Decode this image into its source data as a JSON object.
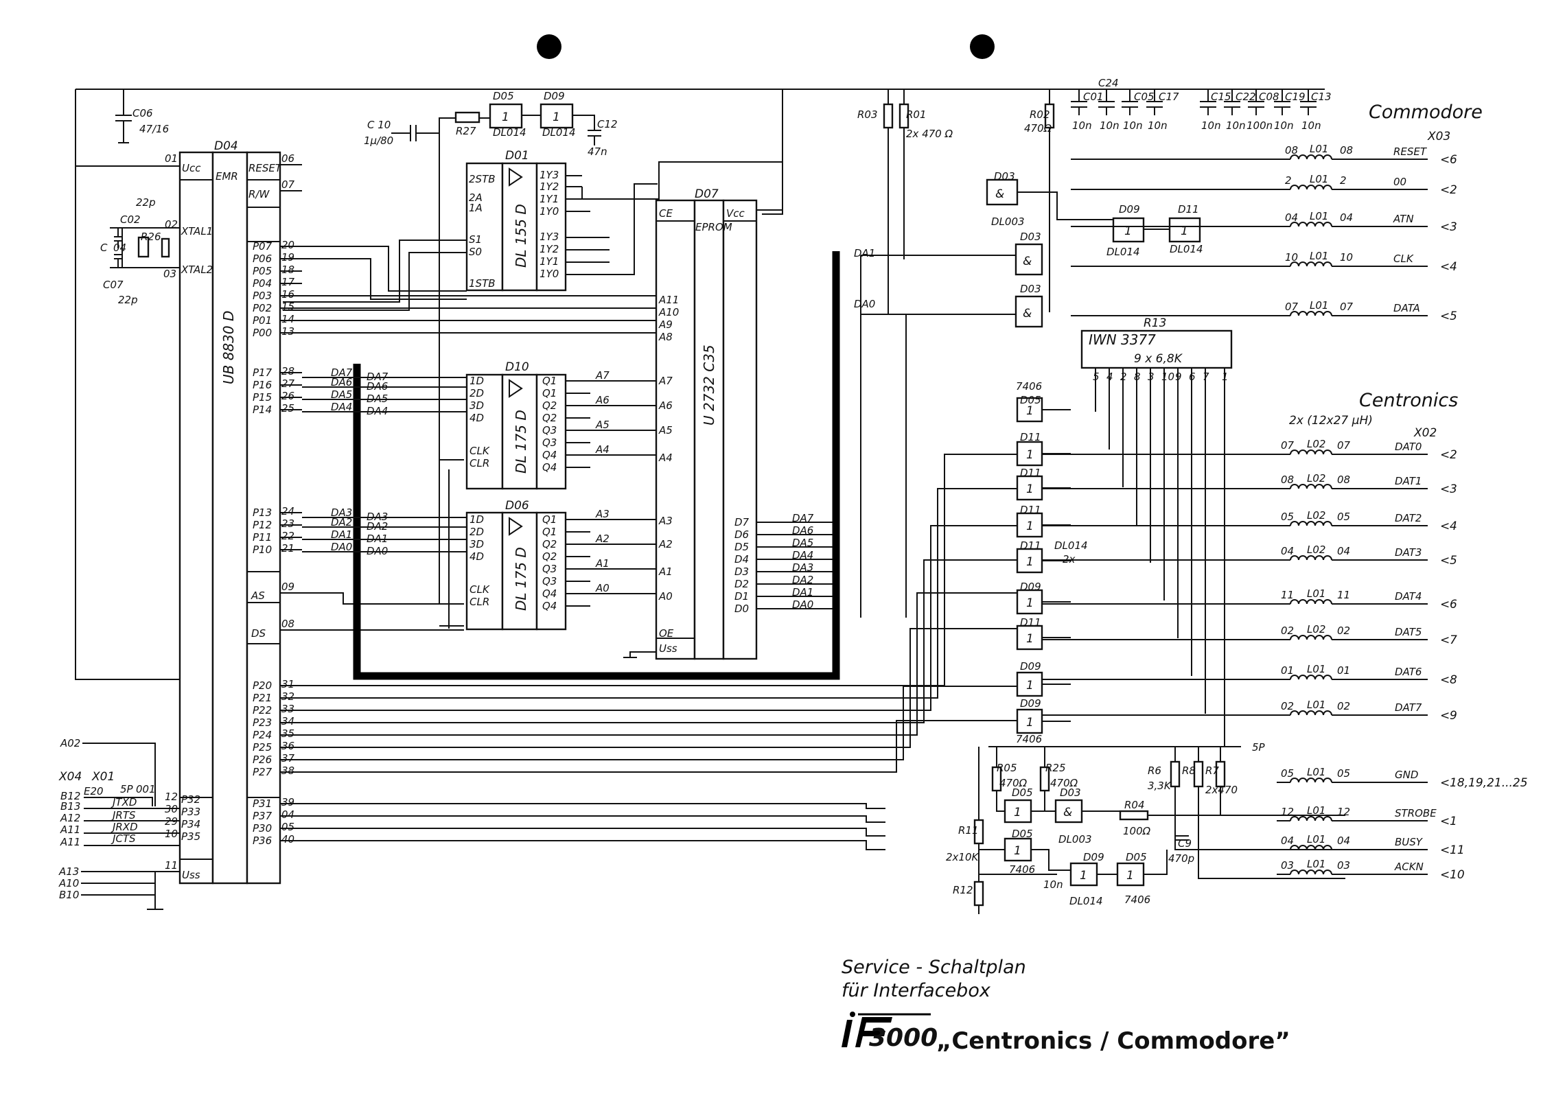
{
  "ics": {
    "d04": {
      "name": "D04",
      "type": "UB 8830 D",
      "emr": "EMR",
      "vcc": "Ucc",
      "vss": "Uss",
      "xtal1": "XTAL1",
      "xtal2": "XTAL2",
      "reset": "RESET",
      "rw": "R/W",
      "as": "AS",
      "ds": "DS",
      "left_pins": [
        [
          "P07",
          "20"
        ],
        [
          "P06",
          "19"
        ],
        [
          "P05",
          "18"
        ],
        [
          "P04",
          "17"
        ],
        [
          "P03",
          "16"
        ],
        [
          "P02",
          "15"
        ],
        [
          "P01",
          "14"
        ],
        [
          "P00",
          "13"
        ],
        [
          "P17",
          "28"
        ],
        [
          "P16",
          "27"
        ],
        [
          "P15",
          "26"
        ],
        [
          "P14",
          "25"
        ],
        [
          "P13",
          "24"
        ],
        [
          "P12",
          "23"
        ],
        [
          "P11",
          "22"
        ],
        [
          "P10",
          "21"
        ],
        [
          "P20",
          "31"
        ],
        [
          "P21",
          "32"
        ],
        [
          "P22",
          "33"
        ],
        [
          "P23",
          "34"
        ],
        [
          "P24",
          "35"
        ],
        [
          "P25",
          "36"
        ],
        [
          "P26",
          "37"
        ],
        [
          "P27",
          "38"
        ],
        [
          "P31",
          "39"
        ],
        [
          "P37",
          "04"
        ],
        [
          "P30",
          "05"
        ],
        [
          "P36",
          "40"
        ],
        [
          "P32",
          "12"
        ],
        [
          "P33",
          "30"
        ],
        [
          "P34",
          "29"
        ],
        [
          "P35",
          "10"
        ]
      ]
    },
    "d01": {
      "name": "D01",
      "type": "DL 155 D",
      "pins_in": [
        "2STB",
        "2A",
        "1A",
        "S1",
        "S0",
        "1STB"
      ],
      "pins_out": [
        "1Y3",
        "1Y2",
        "1Y1",
        "1Y0",
        "1Y3",
        "1Y2",
        "1Y1",
        "1Y0"
      ]
    },
    "d10": {
      "name": "D10",
      "type": "DL 175 D",
      "in": [
        "1D",
        "2D",
        "3D",
        "4D",
        "CLK",
        "CLR"
      ],
      "out": [
        "Q1",
        "Q1",
        "Q2",
        "Q2",
        "Q3",
        "Q3",
        "Q4",
        "Q4"
      ]
    },
    "d06": {
      "name": "D06",
      "type": "DL 175 D",
      "in": [
        "1D",
        "2D",
        "3D",
        "4D",
        "CLK",
        "CLR"
      ],
      "out": [
        "Q1",
        "Q1",
        "Q2",
        "Q2",
        "Q3",
        "Q3",
        "Q4",
        "Q4"
      ]
    },
    "d07": {
      "name": "D07",
      "type": "U 2732 C35",
      "eprom": "EPROM",
      "vcc": "Vcc",
      "ce": "CE",
      "oe": "OE",
      "vss": "Uss",
      "addr": [
        "A11",
        "A10",
        "A9",
        "A8",
        "A7",
        "A6",
        "A5",
        "A4",
        "A3",
        "A2",
        "A1",
        "A0"
      ],
      "data": [
        "D7",
        "D6",
        "D5",
        "D4",
        "D3",
        "D2",
        "D1",
        "D0"
      ]
    },
    "r13": {
      "name": "R13",
      "type": "IWN 3377",
      "value": "9 x 6,8K",
      "pins": [
        "5",
        "4",
        "2",
        "8",
        "3",
        "10",
        "9",
        "6",
        "7",
        "1"
      ]
    }
  },
  "labels": {
    "top": [
      "C06",
      "47/16",
      "C 10",
      "1μ/80",
      "R27",
      "D05",
      "DL014",
      "D09",
      "DL014",
      "C12",
      "47n",
      "R03",
      "R01",
      "2x 470 Ω",
      "R02",
      "470Ω",
      "C24",
      "C01",
      "C05",
      "C17",
      "C15",
      "C22",
      "C08",
      "C19",
      "C13",
      "10n",
      "10n",
      "10n",
      "10n",
      "10n",
      "10n",
      "100n",
      "10n",
      "10n"
    ],
    "xtal": [
      "C02",
      "22p",
      "R26",
      "C",
      "04",
      "03",
      "C07",
      "22p"
    ],
    "commodore_header": "Commodore",
    "commodore_conn": "X03",
    "centronics_header": "Centronics",
    "centronics_coil": "2x (12x27 μH)",
    "centronics_conn": "X02",
    "x04_header": [
      "X04",
      "X01"
    ],
    "x04_rows": [
      [
        "B12",
        "E20",
        "5P",
        "001"
      ],
      [
        "B13",
        "JTXD",
        "12"
      ],
      [
        "A12",
        "JRTS",
        "30"
      ],
      [
        "A11",
        "JRXD",
        "29"
      ],
      [
        "A11",
        "JCTS",
        "10"
      ]
    ],
    "a02": "A02",
    "gnd_rows": [
      "A13",
      "A10",
      "B10"
    ],
    "data_bus": [
      "DA7",
      "DA6",
      "DA5",
      "DA4",
      "DA3",
      "DA2",
      "DA1",
      "DA0"
    ],
    "addr_q": [
      "A7",
      "A6",
      "A5",
      "A4",
      "A3",
      "A2",
      "A1",
      "A0"
    ],
    "gates": [
      "D03",
      "DL003",
      "D03",
      "D03",
      "D09",
      "D11",
      "DL014",
      "DL014",
      "D05",
      "D11",
      "D11",
      "D11",
      "D11",
      "D09",
      "D11",
      "D09",
      "D09",
      "7406",
      "7406",
      "DL014",
      "2x"
    ],
    "lower": [
      "R05",
      "470Ω",
      "R25",
      "470Ω",
      "R6",
      "3,3K",
      "R8",
      "R7",
      "2x470",
      "D05",
      "D03",
      "DL003",
      "R04",
      "100Ω",
      "C9",
      "470p",
      "R11",
      "2x10K",
      "R12",
      "D05",
      "7406",
      "D09",
      "DL014",
      "D05",
      "7406",
      "10n",
      "5P"
    ]
  },
  "commodore_lines": [
    {
      "pin": "08",
      "coil": "L01",
      "sig": "RESET",
      "num": "6"
    },
    {
      "pin": "2",
      "coil": "L01",
      "sig": "00",
      "num": "2"
    },
    {
      "pin": "04",
      "coil": "L01",
      "sig": "ATN",
      "num": "3"
    },
    {
      "pin": "10",
      "coil": "L01",
      "sig": "CLK",
      "num": "4"
    },
    {
      "pin": "07",
      "coil": "L01",
      "sig": "DATA",
      "num": "5"
    }
  ],
  "centronics_lines": [
    {
      "pin": "07",
      "coil": "L02",
      "sig": "DAT0",
      "num": "2"
    },
    {
      "pin": "08",
      "coil": "L02",
      "sig": "DAT1",
      "num": "3"
    },
    {
      "pin": "05",
      "coil": "L02",
      "sig": "DAT2",
      "num": "4"
    },
    {
      "pin": "04",
      "coil": "L02",
      "sig": "DAT3",
      "num": "5"
    },
    {
      "pin": "11",
      "coil": "L01",
      "sig": "DAT4",
      "num": "6"
    },
    {
      "pin": "02",
      "coil": "L02",
      "sig": "DAT5",
      "num": "7"
    },
    {
      "pin": "01",
      "coil": "L01",
      "sig": "DAT6",
      "num": "8"
    },
    {
      "pin": "02",
      "coil": "L01",
      "sig": "DAT7",
      "num": "9"
    },
    {
      "pin": "05",
      "coil": "L01",
      "sig": "GND",
      "num": "18,19,21...25"
    },
    {
      "pin": "12",
      "coil": "L01",
      "sig": "STROBE",
      "num": "1"
    },
    {
      "pin": "04",
      "coil": "L01",
      "sig": "BUSY",
      "num": "11"
    },
    {
      "pin": "03",
      "coil": "L01",
      "sig": "ACKN",
      "num": "10"
    }
  ],
  "title": {
    "line1": "Service - Schaltplan",
    "line2": "für Interfacebox",
    "brand": "3000",
    "product": "„Centronics / Commodore”"
  }
}
